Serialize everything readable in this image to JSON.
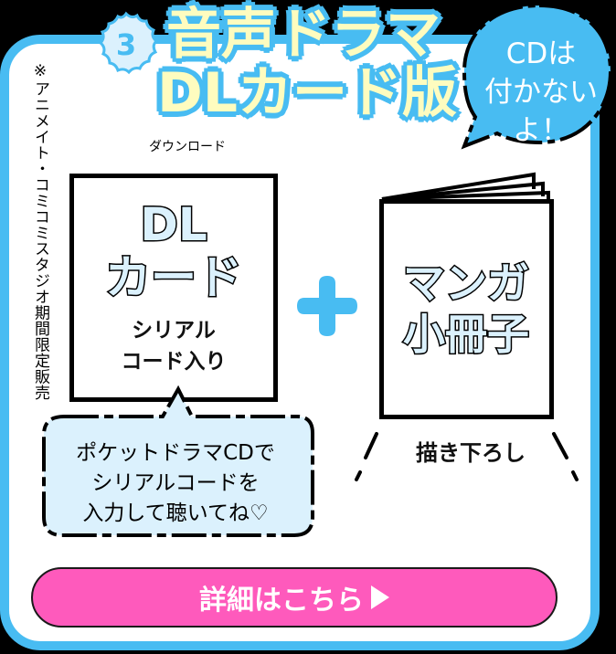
{
  "section": {
    "number": "3",
    "title_lines": [
      "音声ドラマ",
      "DLカード版"
    ],
    "ruby": "ダウンロード",
    "side_note": "※アニメイト・コミコミスタジオ期間限定販売"
  },
  "cd_bubble": {
    "lines": [
      "CDは",
      "付かない",
      "よ！"
    ]
  },
  "dl_card": {
    "title_lines": [
      "DL",
      "カード"
    ],
    "sub_lines": [
      "シリアル",
      "コード入り"
    ]
  },
  "speech_bubble": {
    "lines": [
      "ポケットドラマCDで",
      "シリアルコードを",
      "入力して聴いてね♡"
    ]
  },
  "plus_icon": "plus-icon",
  "manga": {
    "title_lines": [
      "マンガ",
      "小冊子"
    ],
    "caption": "描き下ろし"
  },
  "cta": {
    "label": "詳細はこちら"
  },
  "colors": {
    "frame_blue": "#48bcf2",
    "title_fill": "#fefcbf",
    "light_blue": "#dbf1fd",
    "cta_pink": "#fe5abc",
    "background": "#000000"
  }
}
